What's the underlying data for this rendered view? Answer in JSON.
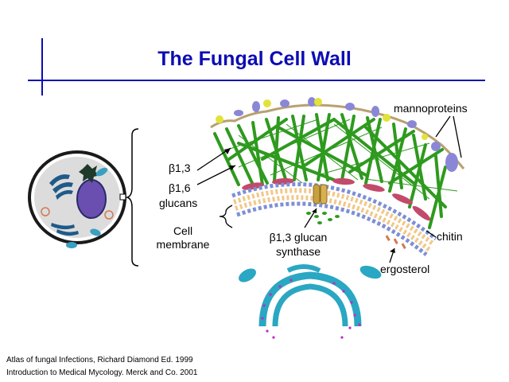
{
  "slide": {
    "title": "The Fungal Cell Wall"
  },
  "labels": {
    "mannoproteins": "mannoproteins",
    "beta13": "β1,3",
    "beta16": "β1,6",
    "glucans": "glucans",
    "cell": "Cell",
    "membrane": "membrane",
    "synthase_line1": "β1,3 glucan",
    "synthase_line2": "synthase",
    "chitin": "chitin",
    "ergosterol": "ergosterol"
  },
  "references": [
    "Atlas of fungal Infections, Richard Diamond Ed. 1999",
    "Introduction to Medical Mycology. Merck and Co. 2001"
  ],
  "colors": {
    "title": "#0c0cb4",
    "glucan_fibers": "#2e9a1e",
    "membrane_heads": "#7d8fd6",
    "membrane_tails": "#f1c88a",
    "chitin": "#c24a6b",
    "mannoprotein_head": "#8a87d6",
    "mannoprotein_yellow": "#e2e23a",
    "organelle": "#2aa7c2"
  }
}
